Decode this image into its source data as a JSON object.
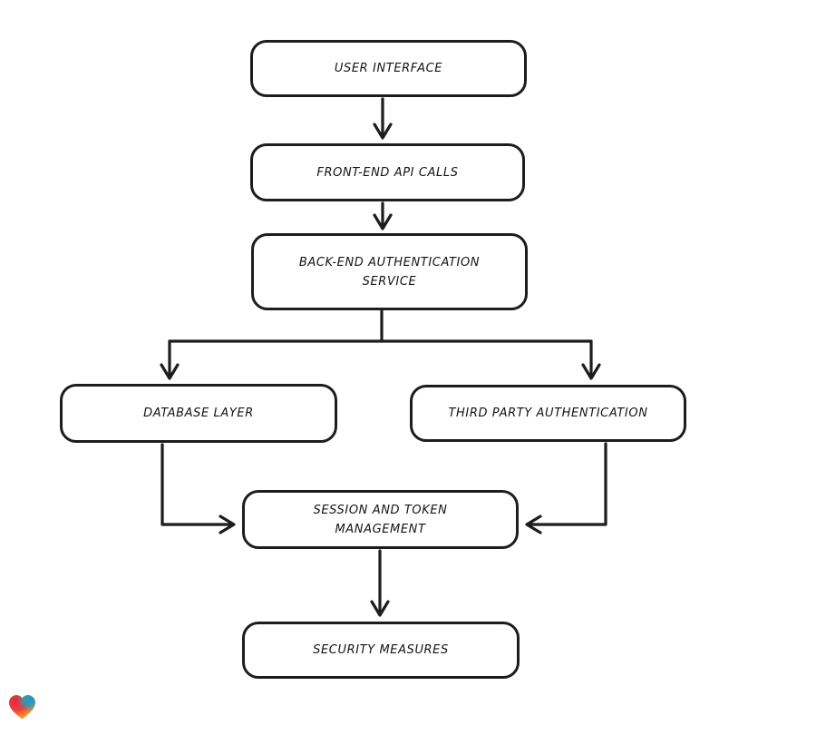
{
  "page": {
    "background_color": "#ffffff",
    "stroke_color": "#1d1d1d",
    "text_color": "#141414"
  },
  "diagram": {
    "type": "flowchart",
    "style": "hand-drawn",
    "nodes": [
      {
        "id": "user-interface",
        "label": "USER INTERFACE"
      },
      {
        "id": "front-end-api-calls",
        "label": "FRONT-END API CALLS"
      },
      {
        "id": "back-end-authentication-service",
        "label": "BACK-END AUTHENTICATION SERVICE"
      },
      {
        "id": "database-layer",
        "label": "DATABASE LAYER"
      },
      {
        "id": "third-party-authentication",
        "label": "THIRD PARTY AUTHENTICATION"
      },
      {
        "id": "session-and-token-management",
        "label": "SESSION AND TOKEN MANAGEMENT"
      },
      {
        "id": "security-measures",
        "label": "SECURITY MEASURES"
      }
    ],
    "edges": [
      {
        "from": "user-interface",
        "to": "front-end-api-calls"
      },
      {
        "from": "front-end-api-calls",
        "to": "back-end-authentication-service"
      },
      {
        "from": "back-end-authentication-service",
        "to": "database-layer"
      },
      {
        "from": "back-end-authentication-service",
        "to": "third-party-authentication"
      },
      {
        "from": "database-layer",
        "to": "session-and-token-management"
      },
      {
        "from": "third-party-authentication",
        "to": "session-and-token-management"
      },
      {
        "from": "session-and-token-management",
        "to": "security-measures"
      }
    ]
  },
  "branding": {
    "logo": "gradient-heart",
    "colors": {
      "red": "#e8283f",
      "blue": "#2196c9",
      "teal": "#1aa5c3",
      "orange": "#ff9023"
    }
  }
}
